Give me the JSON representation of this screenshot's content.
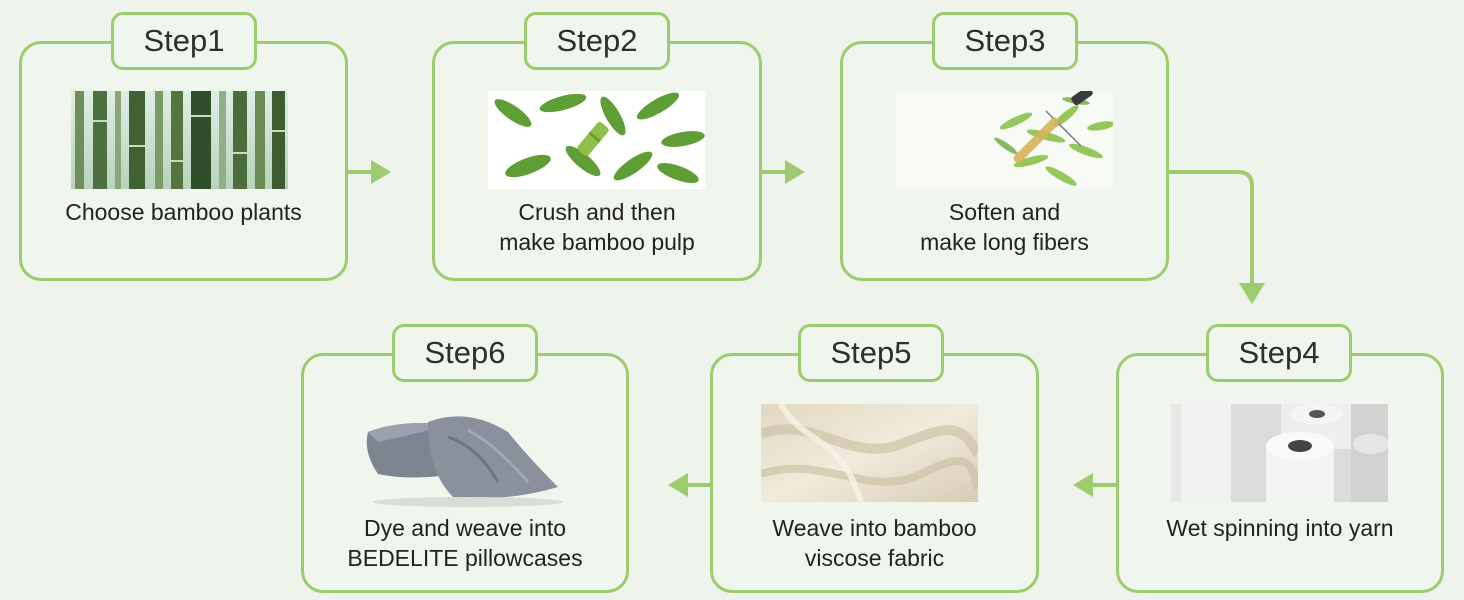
{
  "steps": [
    {
      "tab": "Step1",
      "line1": "Choose bamboo plants",
      "line2": "",
      "image": "bamboo-forest"
    },
    {
      "tab": "Step2",
      "line1": "Crush and then",
      "line2": "make bamboo pulp",
      "image": "bamboo-leaves"
    },
    {
      "tab": "Step3",
      "line1": "Soften and",
      "line2": "make long fibers",
      "image": "dropper-plant"
    },
    {
      "tab": "Step4",
      "line1": "Wet spinning into yarn",
      "line2": "",
      "image": "yarn-spools"
    },
    {
      "tab": "Step5",
      "line1": "Weave into bamboo",
      "line2": "viscose fabric",
      "image": "cream-fabric"
    },
    {
      "tab": "Step6",
      "line1": "Dye and weave into",
      "line2": "BEDELITE pillowcases",
      "image": "gray-pillowcase"
    }
  ],
  "colors": {
    "accent": "#9ccc6e",
    "background": "#eef3ec",
    "text": "#222222"
  }
}
